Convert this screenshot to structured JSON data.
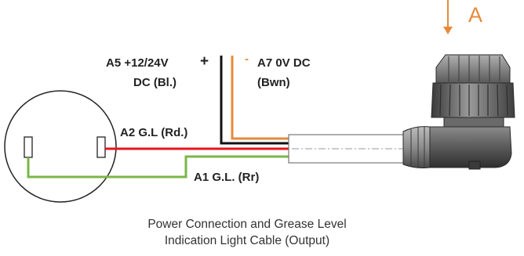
{
  "labels": {
    "a5_line1": "A5 +12/24V",
    "a5_plus": "+",
    "a5_line2": "DC (Bl.)",
    "a7_dash": "-",
    "a7_line1": "A7 0V DC",
    "a7_line2": "(Bwn)",
    "a2": "A2 G.L (Rd.)",
    "a1": "A1 G.L. (Rr)"
  },
  "view_marker": "A",
  "caption": {
    "line1": "Power Connection and Grease Level",
    "line2": "Indication Light Cable (Output)"
  },
  "colors": {
    "black_wire": "#111111",
    "brown_wire": "#e88a3a",
    "red_wire": "#e8141b",
    "green_wire": "#7ab648",
    "arrow": "#e88a3a",
    "connector_body": "#4a4a4a"
  }
}
